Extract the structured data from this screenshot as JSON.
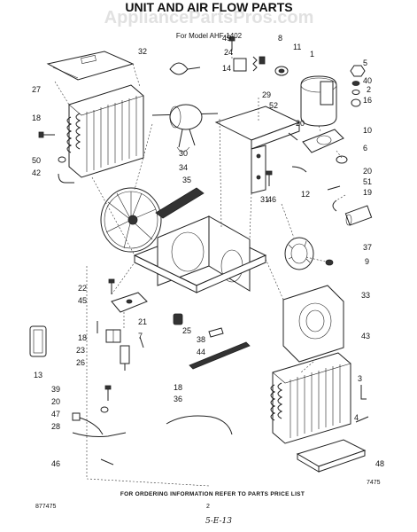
{
  "page": {
    "title": "UNIT AND AIR FLOW PARTS",
    "model_line": "For Model AHF-1402",
    "watermark": "AppliancePartsPros.com",
    "footer_note": "FOR ORDERING INFORMATION REFER TO PARTS PRICE LIST",
    "doc_number": "877475",
    "page_number": "2",
    "drawing_number": "7475",
    "handwritten_date": "5-E-13"
  },
  "callouts": [
    "1",
    "2",
    "3",
    "4",
    "5",
    "6",
    "7",
    "8",
    "9",
    "10",
    "11",
    "12",
    "13",
    "14",
    "16",
    "18",
    "19",
    "20",
    "21",
    "22",
    "23",
    "24",
    "25",
    "26",
    "27",
    "28",
    "29",
    "30",
    "31",
    "32",
    "33",
    "34",
    "35",
    "36",
    "37",
    "38",
    "39",
    "40",
    "42",
    "43",
    "44",
    "45",
    "46",
    "47",
    "48",
    "49",
    "50",
    "51",
    "52"
  ]
}
